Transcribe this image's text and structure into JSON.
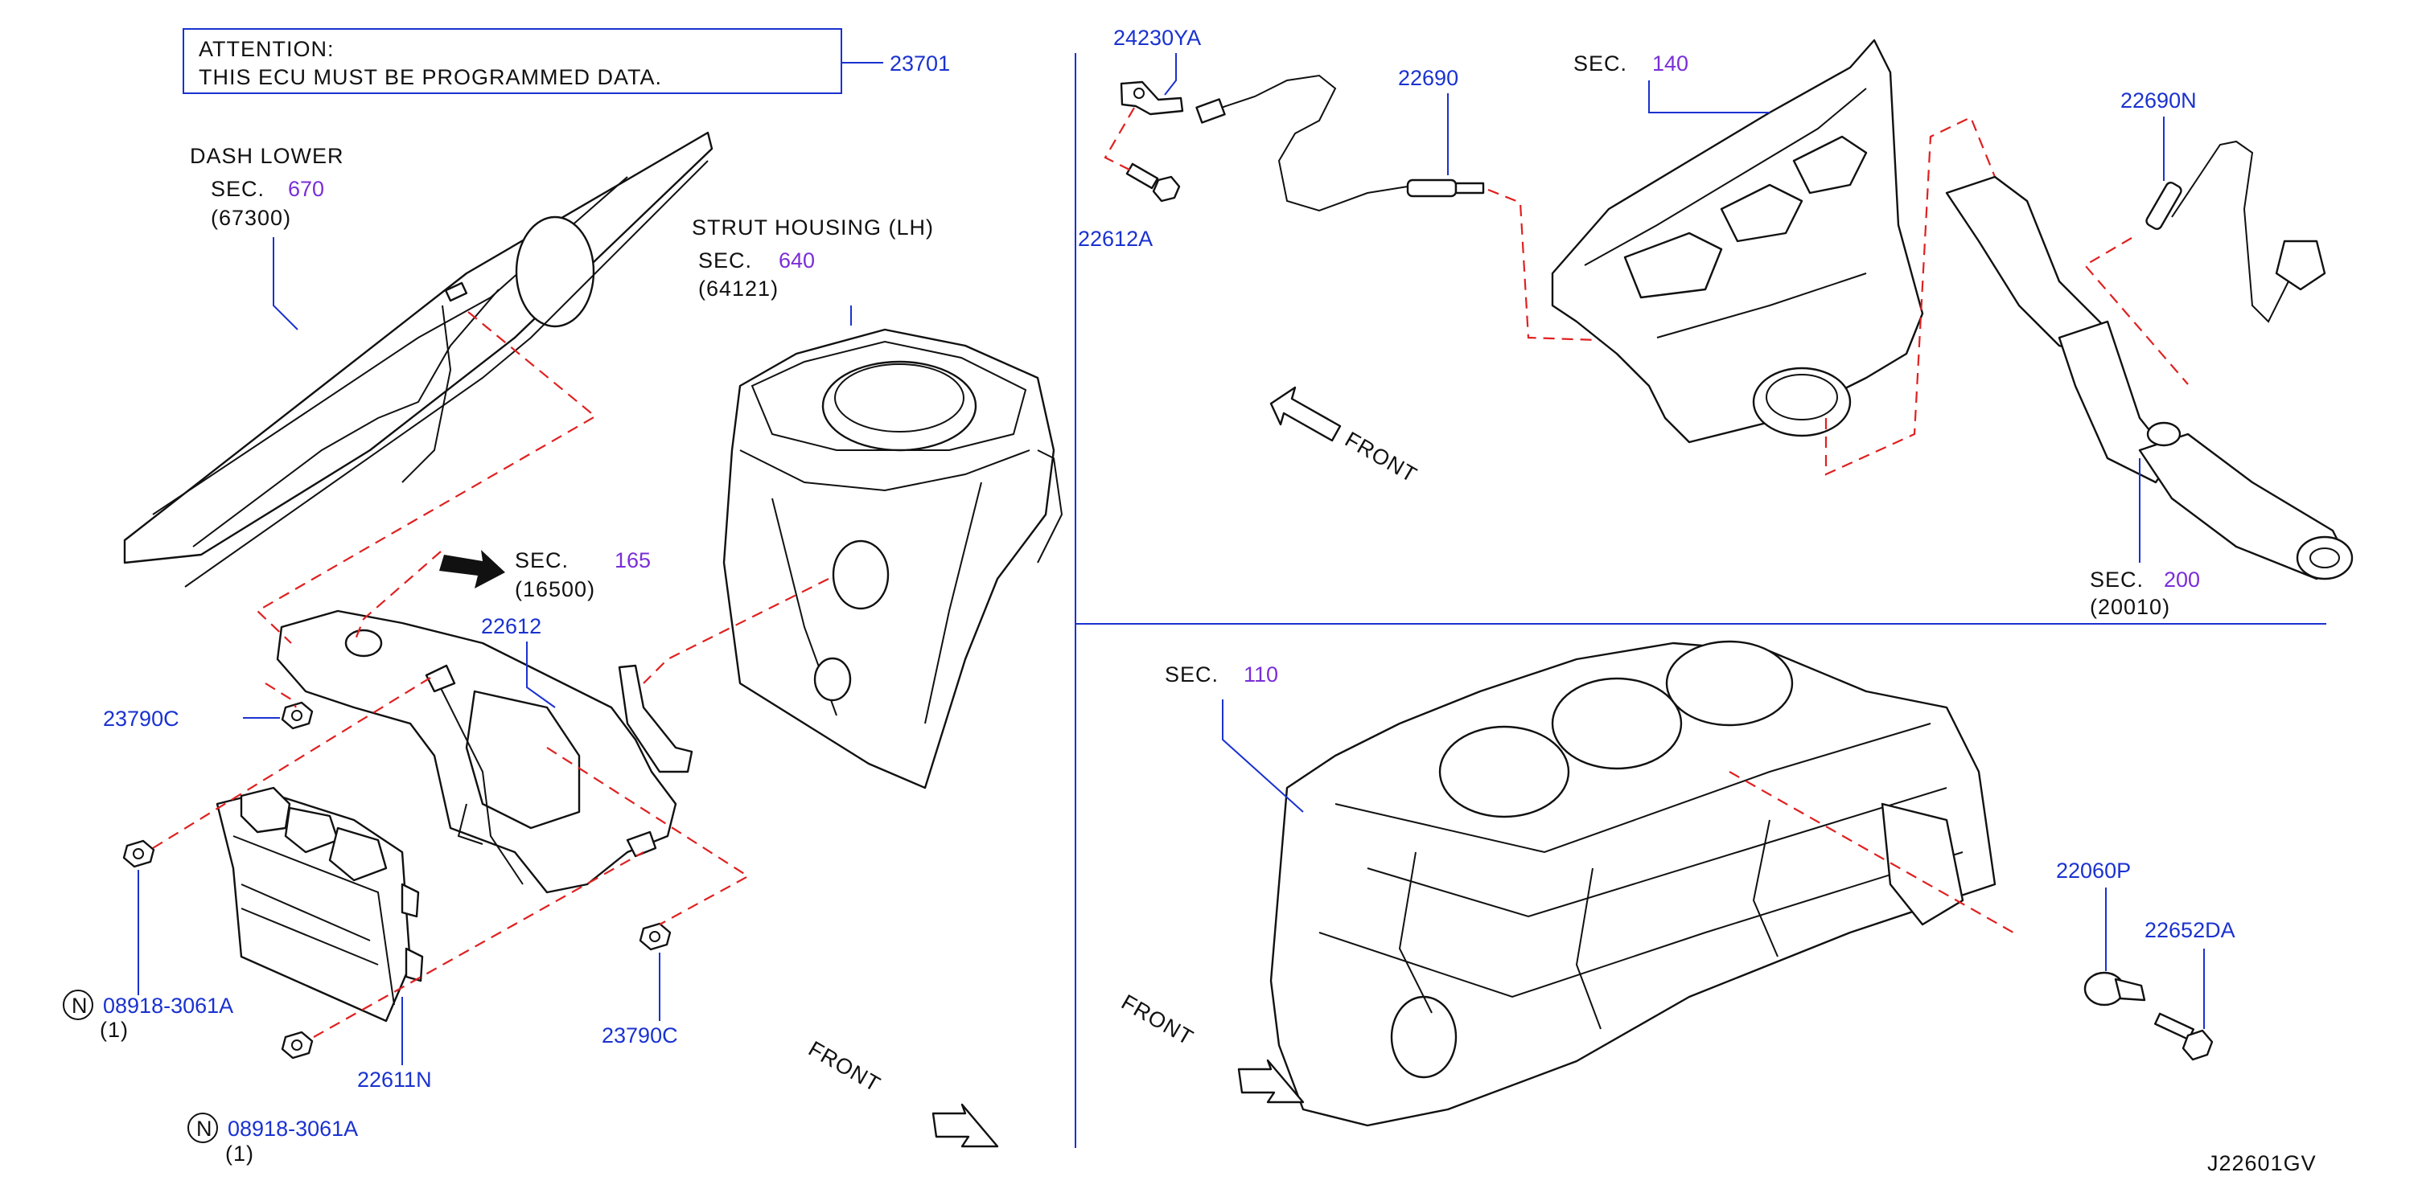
{
  "attention": {
    "line1": "ATTENTION:",
    "line2": "THIS   ECU   MUST   BE   PROGRAMMED   DATA.",
    "part_no": "23701"
  },
  "dash_lower": {
    "name": "DASH   LOWER",
    "sec_word": "SEC.",
    "sec_no": "670",
    "sub": "(67300)"
  },
  "strut_housing": {
    "name": "STRUT   HOUSING   (LH)",
    "sec_word": "SEC.",
    "sec_no": "640",
    "sub": "(64121)"
  },
  "sec165": {
    "sec_word": "SEC.",
    "sec_no": "165",
    "sub": "(16500)"
  },
  "sec140": {
    "sec_word": "SEC.",
    "sec_no": "140"
  },
  "sec200": {
    "sec_word": "SEC.",
    "sec_no": "200",
    "sub": "(20010)"
  },
  "sec110": {
    "sec_word": "SEC.",
    "sec_no": "110"
  },
  "parts": {
    "p22612": "22612",
    "p23790c_left": "23790C",
    "p23790c_right": "23790C",
    "p08918_top": "08918-3061A",
    "p08918_top_qty": "(1)",
    "p08918_bottom": "08918-3061A",
    "p08918_bottom_qty": "(1)",
    "nut_symbol": "N",
    "p22611n": "22611N",
    "p24230ya": "24230YA",
    "p22612a": "22612A",
    "p22690": "22690",
    "p22690n": "22690N",
    "p22060p": "22060P",
    "p22652da": "22652DA"
  },
  "front_labels": {
    "top_right": "FRONT",
    "bottom_left": "FRONT",
    "bottom_right": "FRONT"
  },
  "diagram_code": "J22601GV",
  "colors": {
    "part_number": "#1a32d0",
    "section": "#7a2ed8",
    "dashed_line": "#e02020",
    "line_art": "#111111"
  }
}
